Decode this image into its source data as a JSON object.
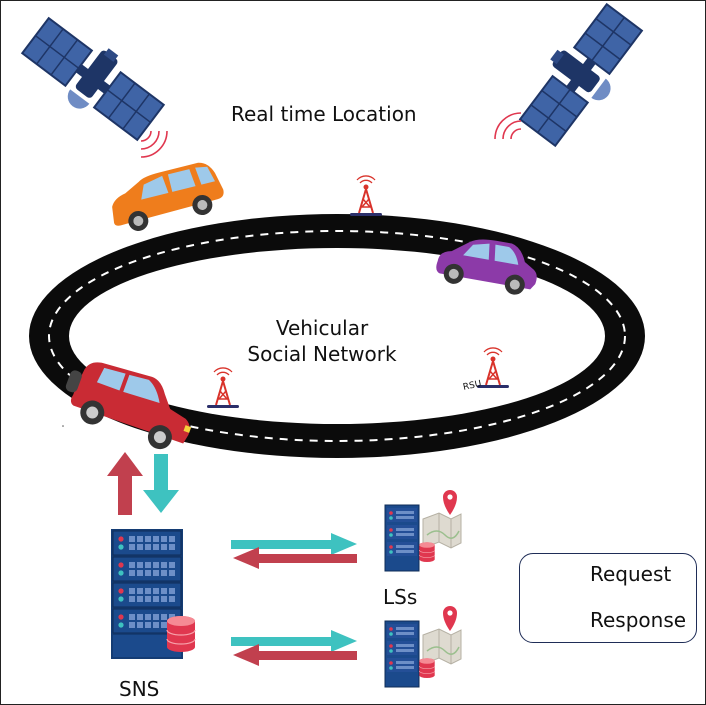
{
  "title": "Real time Location",
  "network_label_line1": "Vehicular",
  "network_label_line2": "Social Network",
  "rsu_label": "RSU",
  "sns_label": "SNS",
  "ls_label": "LSs",
  "legend": {
    "request": "Request",
    "response": "Response"
  },
  "colors": {
    "request": "#3ec2c0",
    "response": "#c1404e",
    "road": "#0b0b0b",
    "server": "#1b4a8c",
    "satellite_panel": "#3f64a6",
    "satellite_body": "#1e3566",
    "signal": "#e0374f"
  }
}
